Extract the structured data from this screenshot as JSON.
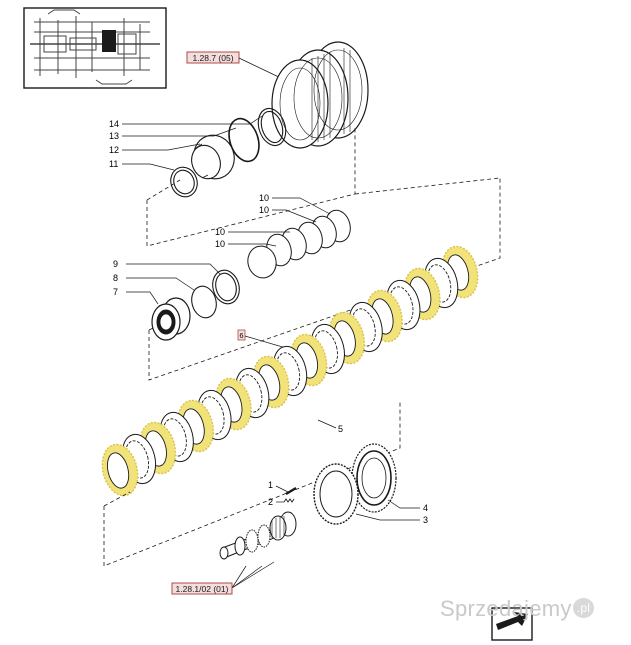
{
  "refs": {
    "top": "1.28.7 (05)",
    "bottom": "1.28.1/02 (01)"
  },
  "callouts": {
    "c14": "14",
    "c13": "13",
    "c12": "12",
    "c11": "11",
    "c10a": "10",
    "c10b": "10",
    "c10c": "10",
    "c10d": "10",
    "c9": "9",
    "c8": "8",
    "c7": "7",
    "c6": "6",
    "c5": "5",
    "c4": "4",
    "c3": "3",
    "c2": "2",
    "c1": "1"
  },
  "watermark": {
    "text": "Sprzedajemy",
    "tld": ".pl"
  },
  "colors": {
    "line": "#1a1a1a",
    "plate_yellow": "#f2e27a",
    "plate_yellow_edge": "#d8c24a",
    "ref_box_fill": "#f3dede",
    "ref_box_edge": "#b04a4a",
    "watermark": "#c9c9c9"
  }
}
